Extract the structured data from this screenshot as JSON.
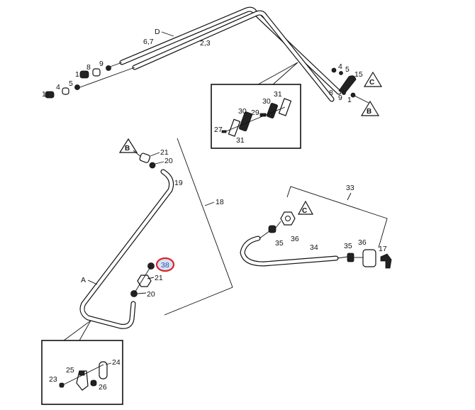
{
  "diagram": {
    "title": "Hydraulic line exploded parts diagram",
    "highlight": {
      "label": "38",
      "ring_color": "#d9262c",
      "text_color": "#2b4fb0"
    },
    "reference_markers": [
      "B",
      "C",
      "B",
      "C"
    ],
    "top_assembly": {
      "labels": {
        "D": "D",
        "p67": "6,7",
        "p23": "2,3",
        "p1a": "1",
        "p1b": "1",
        "p4": "4",
        "p5": "5",
        "p8": "8",
        "p9": "9",
        "r4": "4",
        "r5": "5",
        "r15": "15",
        "r8": "8",
        "r9": "9",
        "r1": "1",
        "triC": "C",
        "triB": "B"
      }
    },
    "inset_top": {
      "labels": {
        "p31a": "31",
        "p30a": "30",
        "p30b": "30",
        "p29": "29",
        "p27": "27",
        "p31b": "31"
      }
    },
    "left_assembly": {
      "labels": {
        "triB": "B",
        "p21a": "21",
        "p20a": "20",
        "p19": "19",
        "p18": "18",
        "p38": "38",
        "p21b": "21",
        "p20b": "20",
        "A": "A"
      }
    },
    "right_assembly": {
      "labels": {
        "p33": "33",
        "triC": "C",
        "p36a": "36",
        "p35a": "35",
        "p34": "34",
        "p35b": "35",
        "p36b": "36",
        "p17": "17"
      }
    },
    "inset_bottom": {
      "labels": {
        "p24": "24",
        "p25": "25",
        "p23": "23",
        "p26": "26"
      }
    }
  }
}
